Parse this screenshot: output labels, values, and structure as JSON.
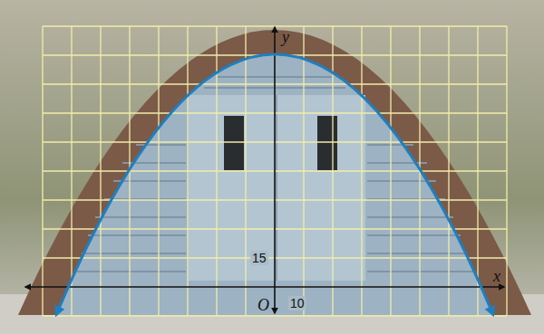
{
  "diagram": {
    "labels": [
      "y",
      "x",
      "15",
      "O",
      "10"
    ]
  }
}
